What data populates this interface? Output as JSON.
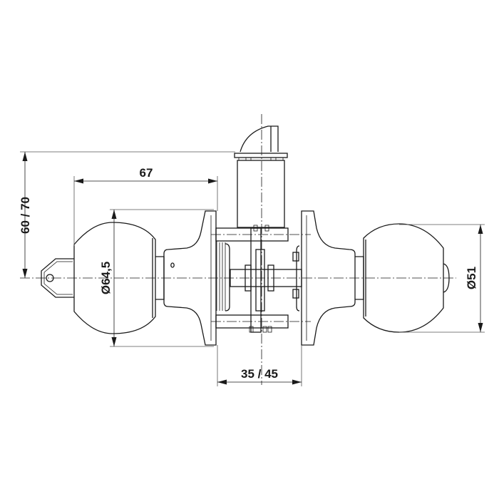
{
  "drawing": {
    "subject": "Ball knob door lock set with key cylinder, technical drawing side view",
    "colors": {
      "line": "#1a1a1a",
      "background": "#ffffff"
    }
  },
  "dimensions": {
    "overall_length": "67",
    "backset": "60 / 70",
    "door_thickness": "35 / 45",
    "outer_knob_diameter": "Ø64,5",
    "inner_knob_diameter": "Ø51"
  },
  "parts": {
    "key": "key-icon",
    "outer_knob": "outer-ball-knob",
    "inner_knob": "inner-ball-knob",
    "latch": "latch-bolt",
    "outer_rose": "outer-rose",
    "inner_rose": "inner-rose"
  }
}
